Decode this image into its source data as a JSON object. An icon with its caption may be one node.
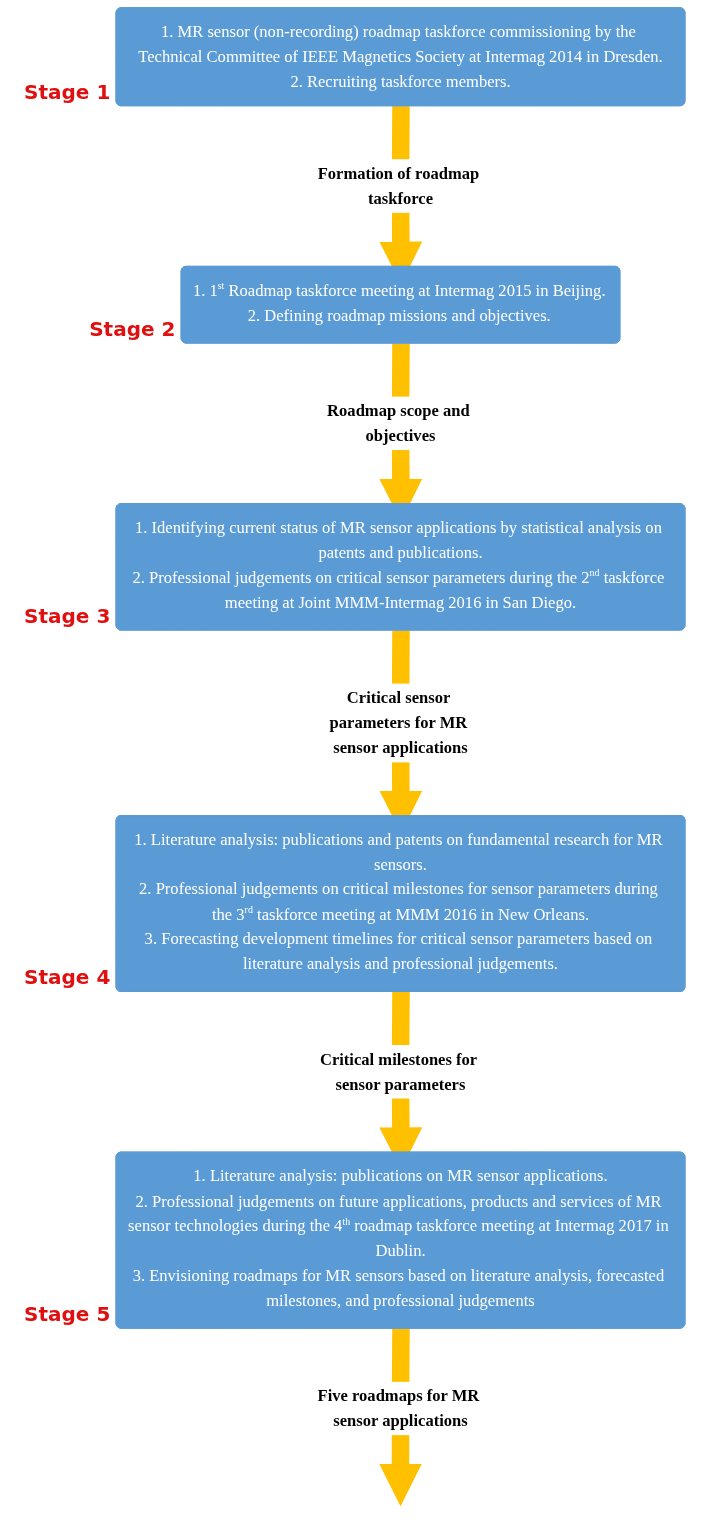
{
  "diagram": {
    "nodes": [
      {
        "text": [
          "1. MR sensor (non-recording) roadmap taskforce commissioning by the Technical Committee of IEEE Magnetics Society at Intermag 2014 in Dresden.",
          "2. Recruiting taskforce members."
        ],
        "beside": [
          "Stage 1"
        ]
      },
      {
        "text": [
          "1. 1$^{st}$ Roadmap taskforce meeting at Intermag 2015 in Beijing.",
          "2. Defining roadmap missions and objectives."
        ],
        "beside": [
          "Stage 2"
        ]
      },
      {
        "text": [
          "1. Identifying current status of MR sensor applications by statistical analysis on patents and publications.",
          "2. Professional judgements on critical sensor parameters during the 2$^{nd}$ taskforce meeting at Joint MMM-Intermag 2016 in San Diego."
        ],
        "beside": [
          "Stage 3"
        ]
      },
      {
        "text": [
          "1. Literature analysis: publications and patents on fundamental research for MR sensors.",
          "2. Professional judgements on critical milestones for sensor parameters during the 3$^{rd}$ taskforce meeting at MMM 2016 in New Orleans.",
          "3. Forecasting development timelines for critical sensor parameters based on literature analysis and professional judgements."
        ],
        "beside": [
          "Stage 4"
        ]
      },
      {
        "text": [
          "1. Literature analysis: publications on MR sensor applications.",
          "2. Professional judgements on future applications, products and services of MR sensor technologies during the 4$^{th}$ roadmap taskforce meeting at Intermag 2017 in Dublin.",
          "3. Envisioning roadmaps for MR sensors based on literature analysis, forecasted milestones, and professional judgements"
        ],
        "beside": [
          "Stage 5"
        ]
      }
    ],
    "edges": [
      {
        "from": 0,
        "to": 1,
        "arrow": "to",
        "label": "Formation of roadmap taskforce"
      },
      {
        "from": 1,
        "to": 2,
        "arrow": "to",
        "label": "Roadmap scope and objectives"
      },
      {
        "from": 2,
        "to": 3,
        "arrow": "to",
        "label": "Critical sensor parameters for MR sensor applications"
      },
      {
        "from": 3,
        "to": 4,
        "arrow": "to",
        "label": "Critical milestones for sensor parameters"
      },
      {
        "from": 4,
        "to": null,
        "arrow": "to",
        "label": "Five roadmaps for MR sensor applications"
      }
    ]
  }
}
